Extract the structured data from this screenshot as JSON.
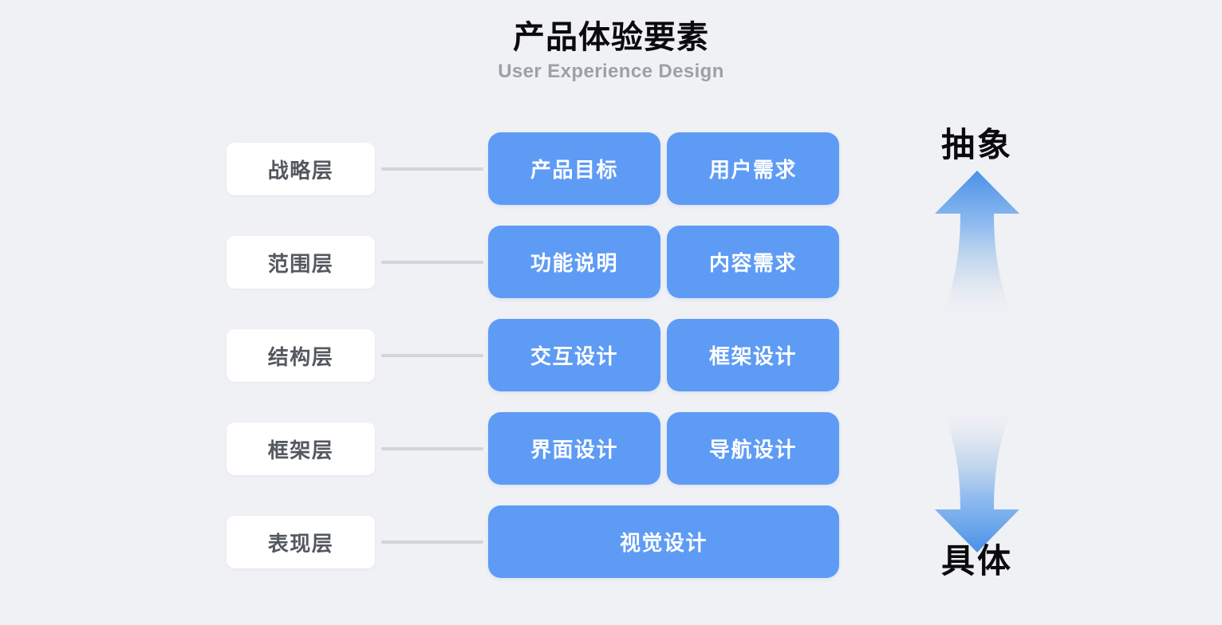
{
  "header": {
    "title": "产品体验要素",
    "subtitle": "User Experience Design"
  },
  "colors": {
    "background": "#F0F1F5",
    "card_blue": "#5E9BF4",
    "label_card": "#FFFFFF",
    "label_text": "#54585F",
    "connector": "#D2D4D9",
    "title_text": "#0B0B0C",
    "subtitle_text": "#9DA0A7",
    "arrow_blue": "#4A90E8"
  },
  "layers": [
    {
      "label": "战略层",
      "cards": [
        {
          "text": "产品目标",
          "span": 1
        },
        {
          "text": "用户需求",
          "span": 1
        }
      ]
    },
    {
      "label": "范围层",
      "cards": [
        {
          "text": "功能说明",
          "span": 1
        },
        {
          "text": "内容需求",
          "span": 1
        }
      ]
    },
    {
      "label": "结构层",
      "cards": [
        {
          "text": "交互设计",
          "span": 1
        },
        {
          "text": "框架设计",
          "span": 1
        }
      ]
    },
    {
      "label": "框架层",
      "cards": [
        {
          "text": "界面设计",
          "span": 1
        },
        {
          "text": "导航设计",
          "span": 1
        }
      ]
    },
    {
      "label": "表现层",
      "cards": [
        {
          "text": "视觉设计",
          "span": 2
        }
      ]
    }
  ],
  "axis": {
    "top_label": "抽象",
    "bottom_label": "具体",
    "up_arrow_icon": "arrow-up-gradient-icon",
    "down_arrow_icon": "arrow-down-gradient-icon"
  }
}
